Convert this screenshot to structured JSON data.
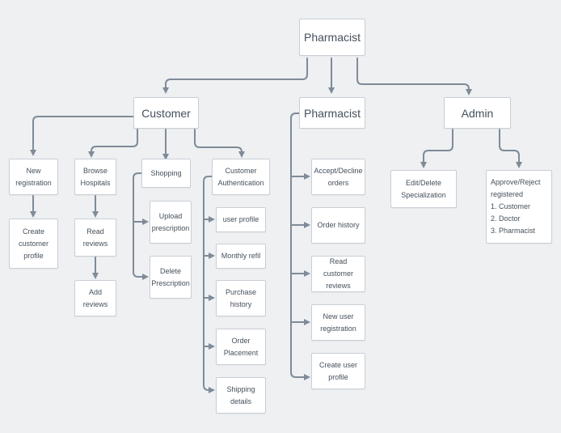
{
  "nodes": {
    "root": "Pharmacist",
    "customer": "Customer",
    "pharmacist": "Pharmacist",
    "admin": "Admin",
    "new_registration": "New\nregistration",
    "create_customer_profile": "Create\ncustomer\nprofile",
    "browse_hospitals": "Browse\nHospitals",
    "read_reviews": "Read\nreviews",
    "add_reviews": "Add reviews",
    "shopping": "Shopping",
    "upload_prescription": "Upload\nprescription",
    "delete_prescription": "Delete\nPrescription",
    "customer_authentication": "Customer\nAuthentication",
    "user_profile": "user profile",
    "monthly_refil": "Monthly refil",
    "purchase_history": "Purchase\nhistory",
    "order_placement": "Order\nPlacement",
    "shipping_details": "Shipping\ndetails",
    "accept_decline_orders": "Accept/Decline\norders",
    "order_history": "Order history",
    "read_customer_reviews": "Read customer\nreviews",
    "new_user_registration": "New user\nregistration",
    "create_user_profile": "Create user\nprofile",
    "edit_delete_specialization": "Edit/Delete\nSpecialization",
    "approve_reject_registered": "Approve/Reject\nregistered\n1. Customer\n2. Doctor\n3. Pharmacist"
  },
  "colors": {
    "connector": "#7f8b98",
    "node_border": "#c9cfd6",
    "node_fill": "#ffffff",
    "text": "#44505c",
    "background": "#eef0f2"
  }
}
